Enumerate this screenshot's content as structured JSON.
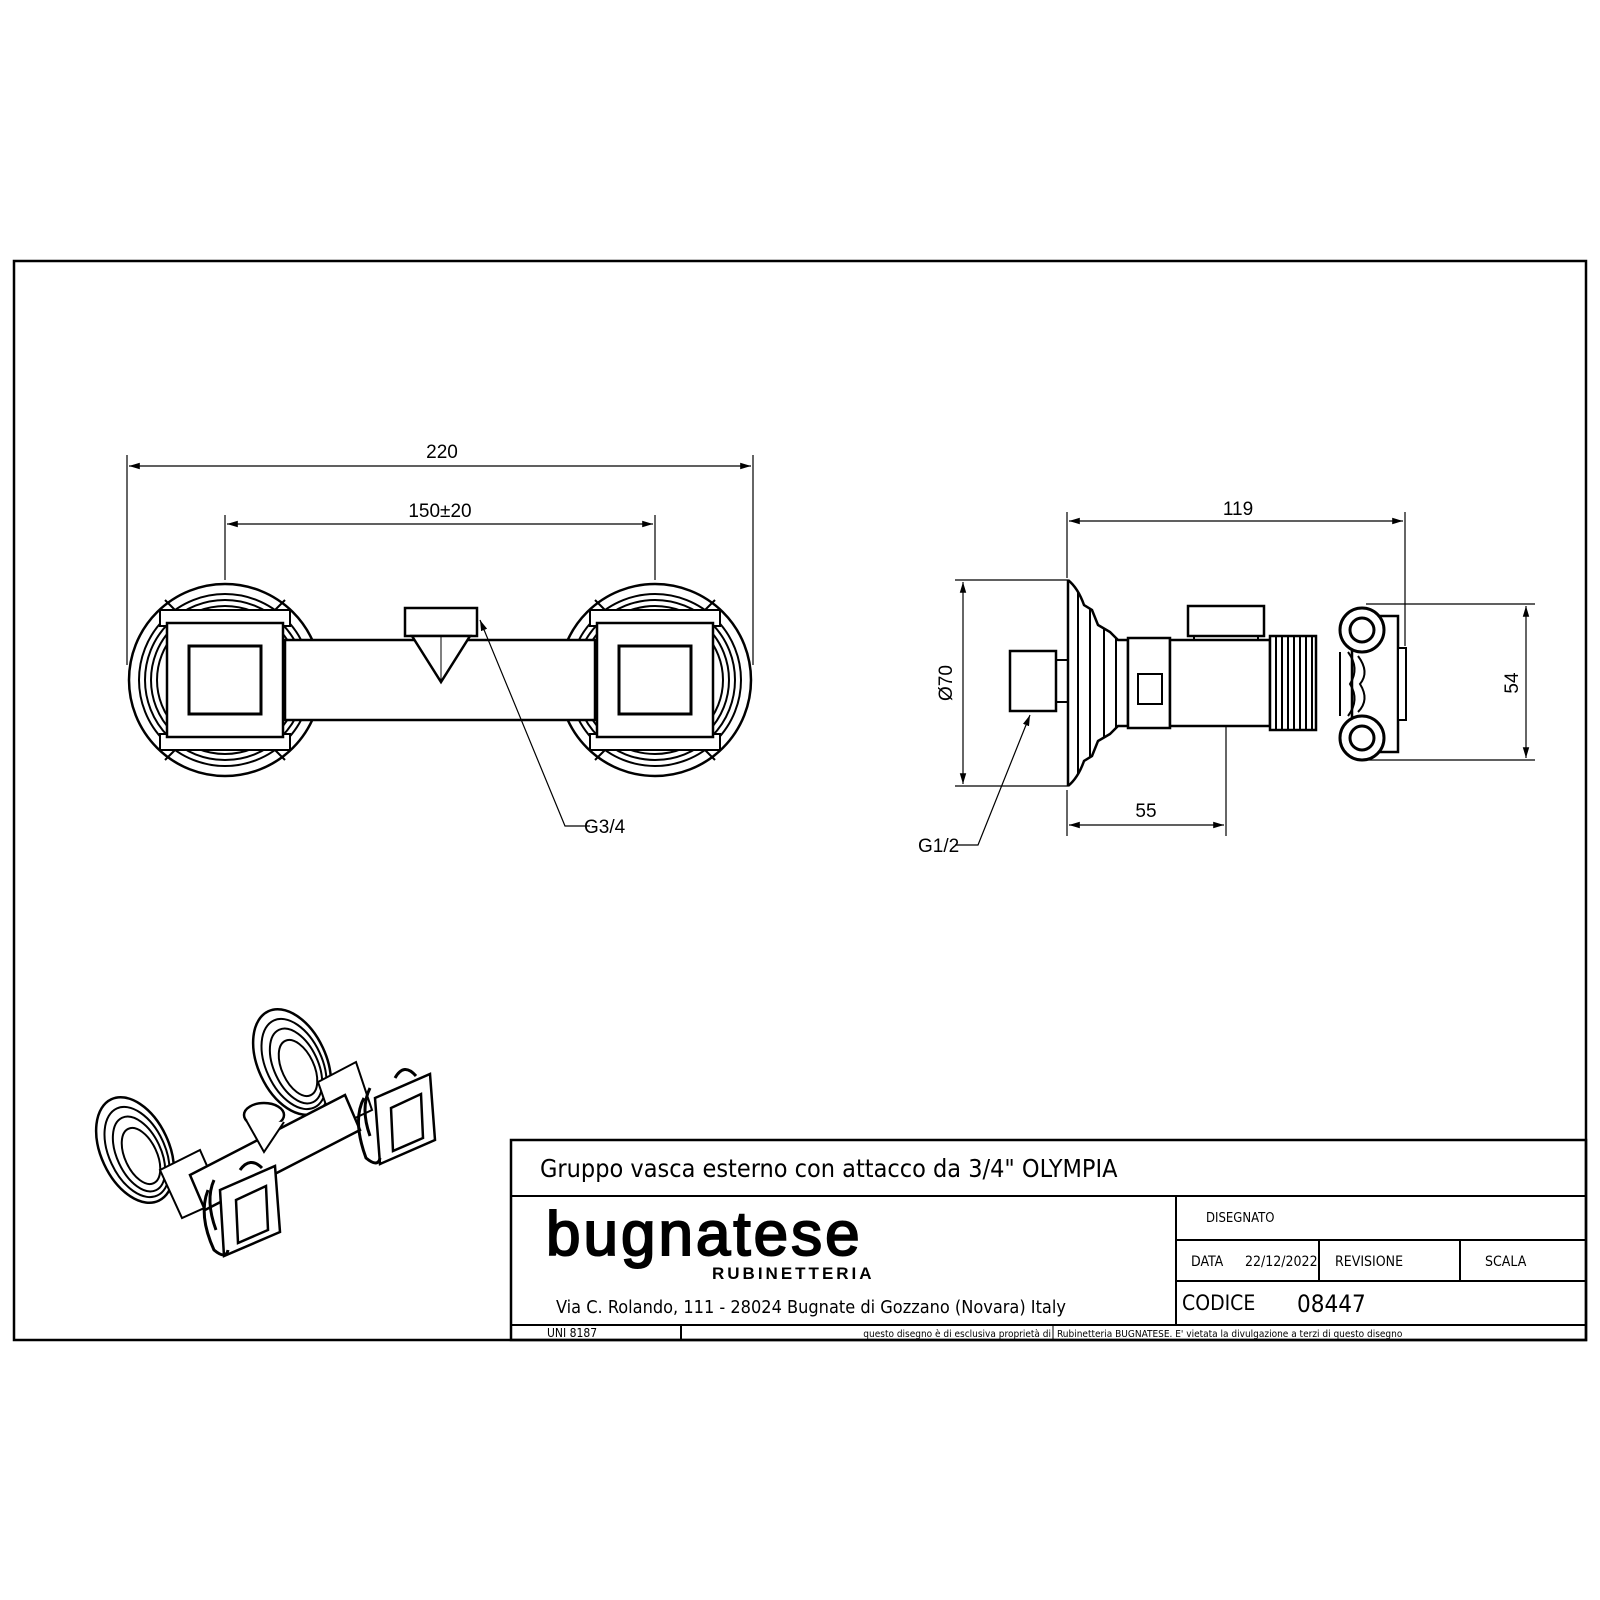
{
  "dimensions": {
    "front_overall": "220",
    "front_centers": "150±20",
    "front_connection": "G3/4",
    "side_depth": "119",
    "side_diameter": "Ø70",
    "side_offset": "55",
    "side_height": "54",
    "side_connection": "G1/2"
  },
  "title_block": {
    "title": "Gruppo vasca esterno con attacco da 3/4\"  OLYMPIA",
    "brand": "bugnatese",
    "brand_sub": "RUBINETTERIA",
    "address": "Via C. Rolando, 111 - 28024 Bugnate di Gozzano (Novara) Italy",
    "disegnato_label": "DISEGNATO",
    "data_label": "DATA",
    "data_value": "22/12/2022",
    "revisione_label": "REVISIONE",
    "scala_label": "SCALA",
    "codice_label": "CODICE",
    "codice_value": "08447",
    "standard": "UNI 8187",
    "notice_left": "questo disegno è di esclusiva proprietà di",
    "notice_right": "Rubinetteria BUGNATESE. E' vietata la divulgazione a terzi di questo disegno"
  }
}
